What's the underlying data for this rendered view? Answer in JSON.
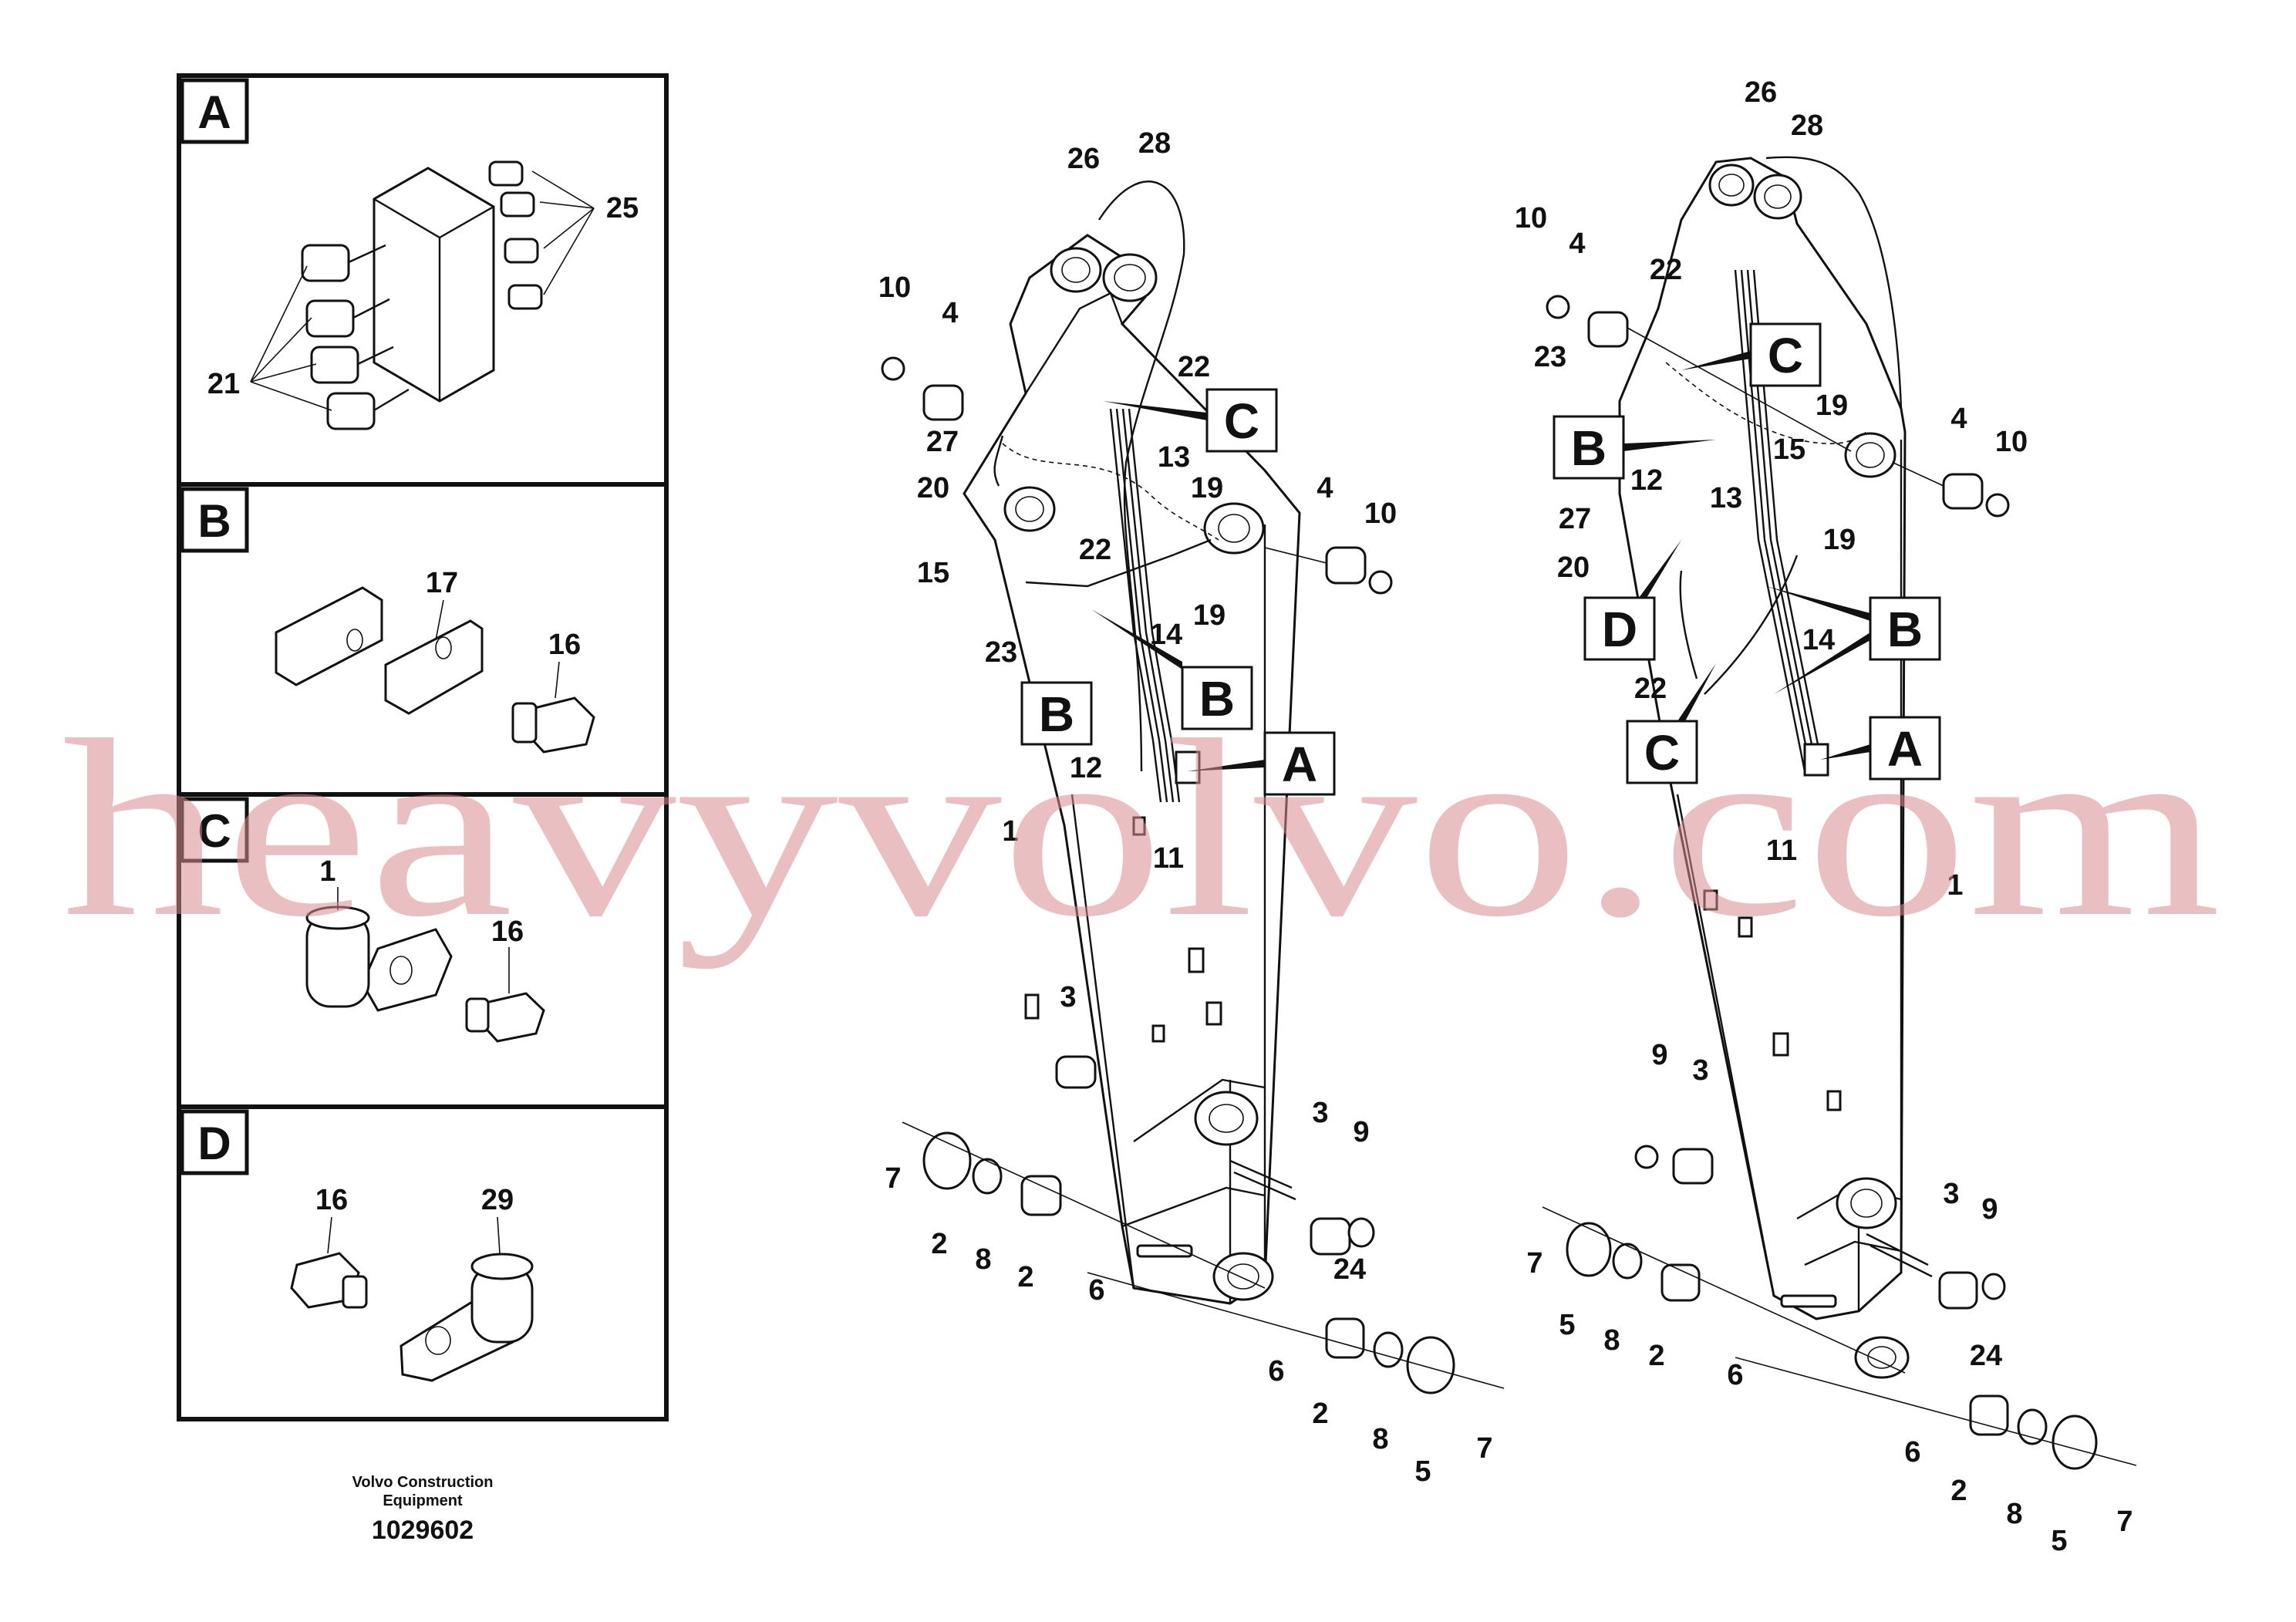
{
  "watermark": "heavyvolvo.com",
  "caption": {
    "line1": "Volvo Construction",
    "line2": "Equipment",
    "drawing_number": "1029602"
  },
  "detail_panels": [
    {
      "letter": "A",
      "callouts": [
        "25",
        "21"
      ]
    },
    {
      "letter": "B",
      "callouts": [
        "17",
        "16"
      ]
    },
    {
      "letter": "C",
      "callouts": [
        "1",
        "16"
      ]
    },
    {
      "letter": "D",
      "callouts": [
        "16",
        "29"
      ]
    }
  ],
  "left_arm": {
    "callouts": [
      "26",
      "28",
      "10",
      "4",
      "22",
      "C",
      "27",
      "13",
      "20",
      "19",
      "15",
      "22",
      "23",
      "14",
      "19",
      "4",
      "10",
      "B",
      "B",
      "12",
      "A",
      "1",
      "11",
      "3",
      "3",
      "9",
      "7",
      "2",
      "8",
      "2",
      "6",
      "24",
      "6",
      "2",
      "8",
      "5",
      "7"
    ]
  },
  "right_arm": {
    "callouts": [
      "26",
      "28",
      "10",
      "4",
      "22",
      "23",
      "C",
      "19",
      "B",
      "15",
      "12",
      "13",
      "4",
      "10",
      "19",
      "27",
      "20",
      "D",
      "14",
      "B",
      "22",
      "C",
      "A",
      "11",
      "1",
      "9",
      "3",
      "3",
      "9",
      "7",
      "5",
      "8",
      "2",
      "6",
      "24",
      "6",
      "2",
      "8",
      "5",
      "7"
    ]
  }
}
